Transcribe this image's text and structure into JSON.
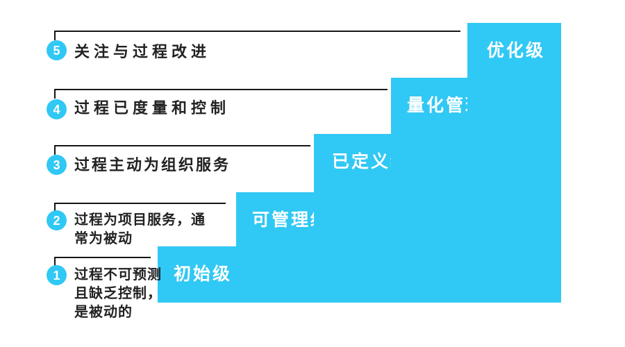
{
  "colors": {
    "accent_cyan": "#30c8f4",
    "step_label_text": "#ffffff",
    "description_text": "#222222",
    "callout_line": "#151515"
  },
  "levels": [
    {
      "number": "1",
      "description": "过程不可预测\n且缺乏控制，\n是被动的",
      "step_label": "初始级"
    },
    {
      "number": "2",
      "description": "过程为项目服务，通\n常为被动",
      "step_label": "可管理级"
    },
    {
      "number": "3",
      "description": "过程主动为组织服务",
      "step_label": "已定义级"
    },
    {
      "number": "4",
      "description": "过程已度量和控制",
      "step_label": "量化管理级"
    },
    {
      "number": "5",
      "description": "关注与过程改进",
      "step_label": "优化级"
    }
  ]
}
